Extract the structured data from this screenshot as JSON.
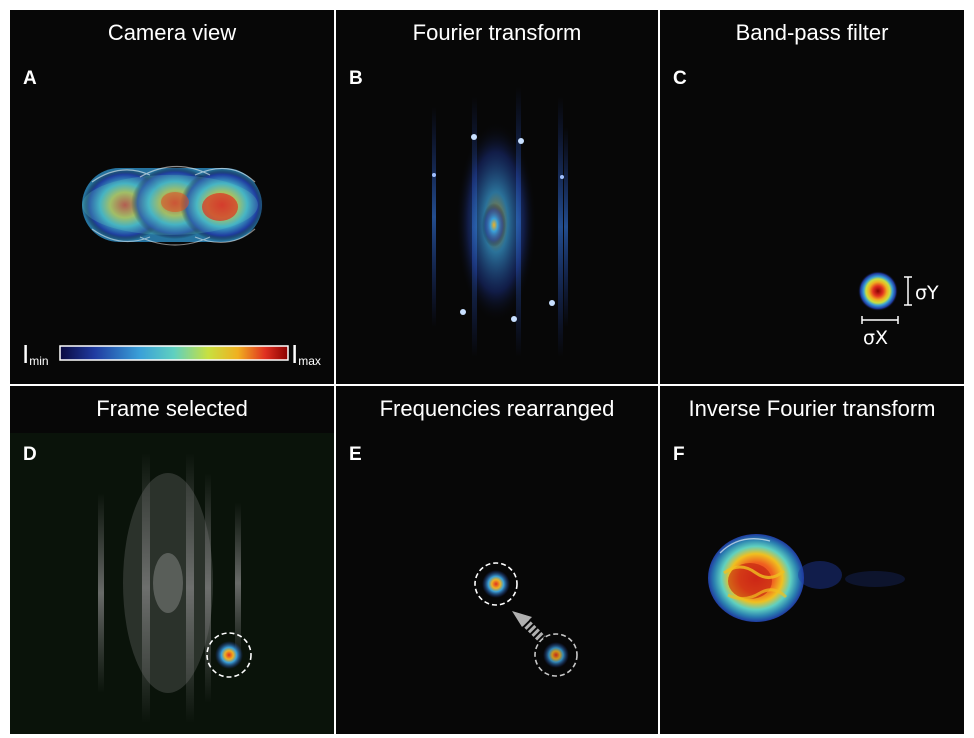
{
  "panels": [
    {
      "letter": "A",
      "title": "Camera view"
    },
    {
      "letter": "B",
      "title": "Fourier transform"
    },
    {
      "letter": "C",
      "title": "Band-pass filter"
    },
    {
      "letter": "D",
      "title": "Frame selected"
    },
    {
      "letter": "E",
      "title": "Frequencies rearranged"
    },
    {
      "letter": "F",
      "title": "Inverse Fourier transform"
    }
  ],
  "colorbar": {
    "min_main": "I",
    "min_sub": "min",
    "max_main": "I",
    "max_sub": "max",
    "colormap": [
      "#0a0a40",
      "#1f3aa0",
      "#3aa0d8",
      "#5fd0c0",
      "#c8e040",
      "#f0b020",
      "#e03020",
      "#8a0000"
    ]
  },
  "filter_labels": {
    "sigma_y": "σY",
    "sigma_x": "σX"
  },
  "colors": {
    "background": "#070707",
    "divider": "#ffffff",
    "marker": "#ffffff",
    "arrow": "#b0b0b0"
  }
}
